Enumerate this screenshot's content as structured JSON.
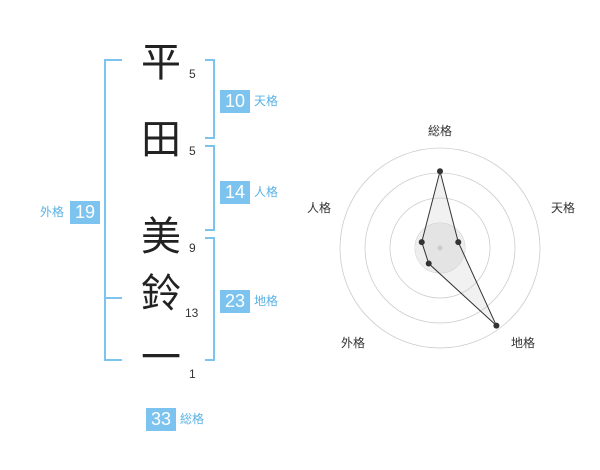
{
  "name": {
    "chars": [
      {
        "char": "平",
        "strokes": "5"
      },
      {
        "char": "田",
        "strokes": "5"
      },
      {
        "char": "美",
        "strokes": "9"
      },
      {
        "char": "鈴",
        "strokes": "13"
      },
      {
        "char": "一",
        "strokes": "1"
      }
    ]
  },
  "fortunes": {
    "tenkaku": {
      "value": "10",
      "label": "天格"
    },
    "jinkaku": {
      "value": "14",
      "label": "人格"
    },
    "chikaku": {
      "value": "23",
      "label": "地格"
    },
    "gaikaku": {
      "value": "19",
      "label": "外格"
    },
    "soukaku": {
      "value": "33",
      "label": "総格"
    }
  },
  "chart_data": {
    "type": "radar",
    "axes": [
      "総格",
      "天格",
      "地格",
      "外格",
      "人格"
    ],
    "rlim": [
      0,
      5
    ],
    "values": [
      4,
      1,
      5,
      1,
      1
    ]
  },
  "colors": {
    "accent": "#7cc4ef",
    "accent_text": "#58b2e4",
    "radar_line": "#333333",
    "radar_grid": "#cccccc"
  }
}
